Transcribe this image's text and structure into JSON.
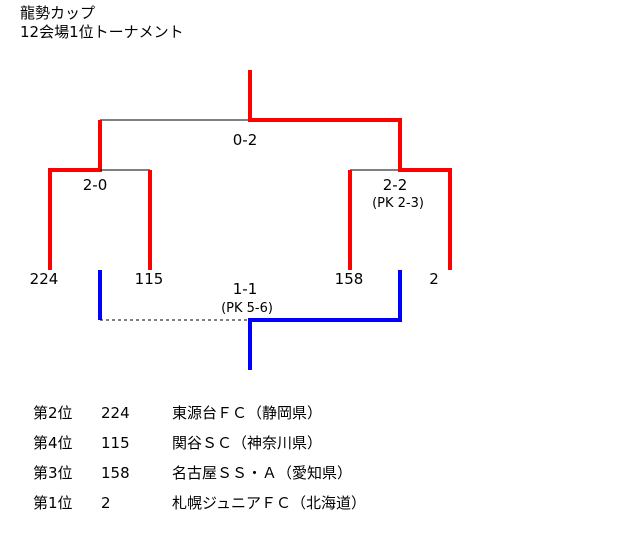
{
  "title": "龍勢カップ",
  "subtitle": "12会場1位トーナメント",
  "colors": {
    "winner": "#ff0000",
    "third_place": "#0000ff",
    "loser": "#000000"
  },
  "teams": [
    "224",
    "115",
    "158",
    "2"
  ],
  "matches": {
    "semi1": {
      "score": "2-0"
    },
    "semi2": {
      "score": "2-2",
      "pk": "(PK 2-3)"
    },
    "final": {
      "score": "0-2"
    },
    "third": {
      "score": "1-1",
      "pk": "(PK 5-6)"
    }
  },
  "results": [
    {
      "rank": "第2位",
      "number": "224",
      "name": "東源台ＦＣ（静岡県）"
    },
    {
      "rank": "第4位",
      "number": "115",
      "name": "関谷ＳＣ（神奈川県）"
    },
    {
      "rank": "第3位",
      "number": "158",
      "name": "名古屋ＳＳ・Ａ（愛知県）"
    },
    {
      "rank": "第1位",
      "number": "2",
      "name": "札幌ジュニアＦＣ（北海道）"
    }
  ]
}
